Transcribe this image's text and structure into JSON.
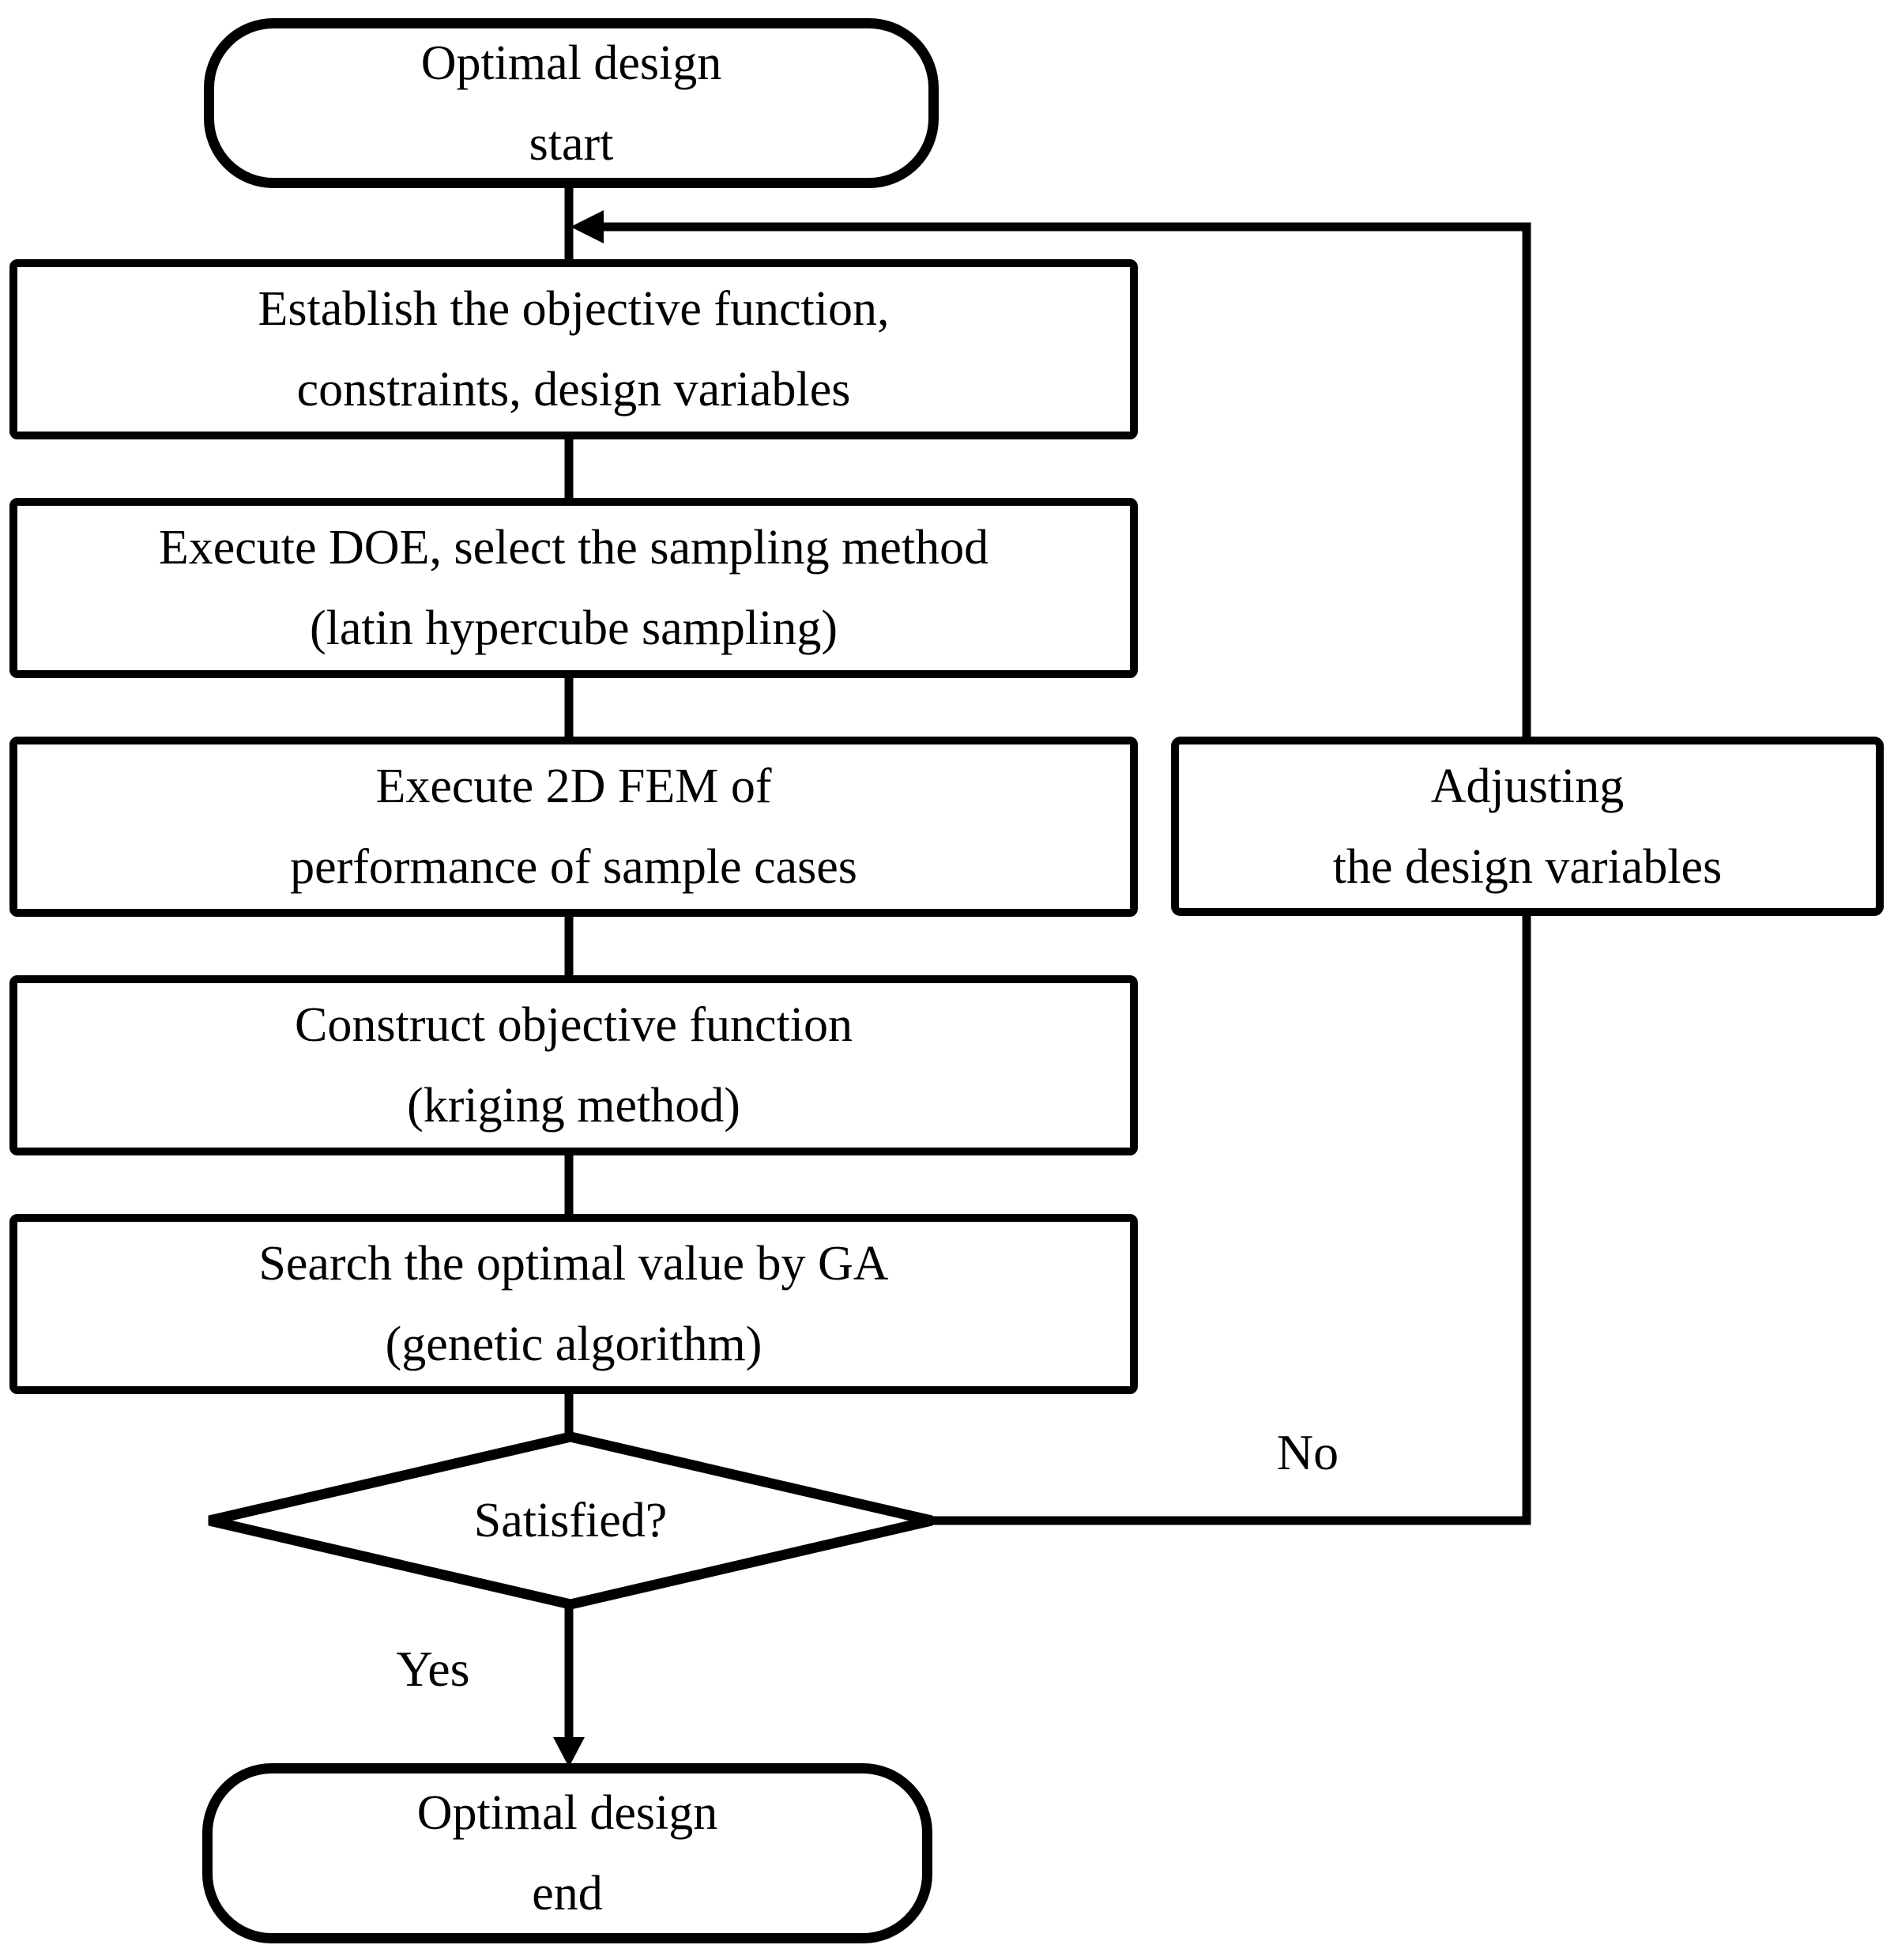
{
  "flowchart": {
    "background_color": "#ffffff",
    "ink_color": "#000000",
    "nodes": {
      "start": {
        "type": "terminator",
        "line1": "Optimal design",
        "line2": "start"
      },
      "establish": {
        "type": "process",
        "line1": "Establish the objective function,",
        "line2": "constraints, design variables"
      },
      "doe": {
        "type": "process",
        "line1": "Execute DOE, select the sampling method",
        "line2": "(latin hypercube sampling)"
      },
      "fem": {
        "type": "process",
        "line1": "Execute 2D FEM of",
        "line2": "performance of sample cases"
      },
      "kriging": {
        "type": "process",
        "line1": "Construct objective function",
        "line2": "(kriging method)"
      },
      "ga": {
        "type": "process",
        "line1": "Search the optimal value by GA",
        "line2": "(genetic algorithm)"
      },
      "decision": {
        "type": "decision",
        "label": "Satisfied?"
      },
      "adjust": {
        "type": "process",
        "line1": "Adjusting",
        "line2": "the design variables"
      },
      "end": {
        "type": "terminator",
        "line1": "Optimal design",
        "line2": "end"
      }
    },
    "edge_labels": {
      "no": "No",
      "yes": "Yes"
    }
  }
}
